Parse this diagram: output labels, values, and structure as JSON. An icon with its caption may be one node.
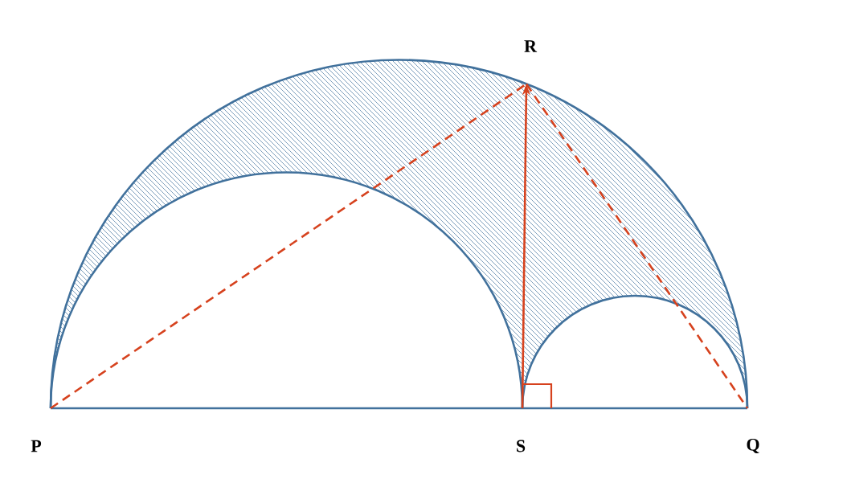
{
  "diagram": {
    "nodes": [
      {
        "text": [
          "R"
        ]
      },
      {
        "text": [
          "P"
        ]
      },
      {
        "text": [
          "S"
        ]
      },
      {
        "text": [
          "Q"
        ]
      }
    ],
    "edges": [
      {
        "from": 1,
        "to": 0,
        "arrow": "none",
        "style": "dashed"
      },
      {
        "from": 0,
        "to": 3,
        "arrow": "none",
        "style": "dashed"
      },
      {
        "from": 2,
        "to": 0,
        "arrow": "to"
      }
    ]
  }
}
